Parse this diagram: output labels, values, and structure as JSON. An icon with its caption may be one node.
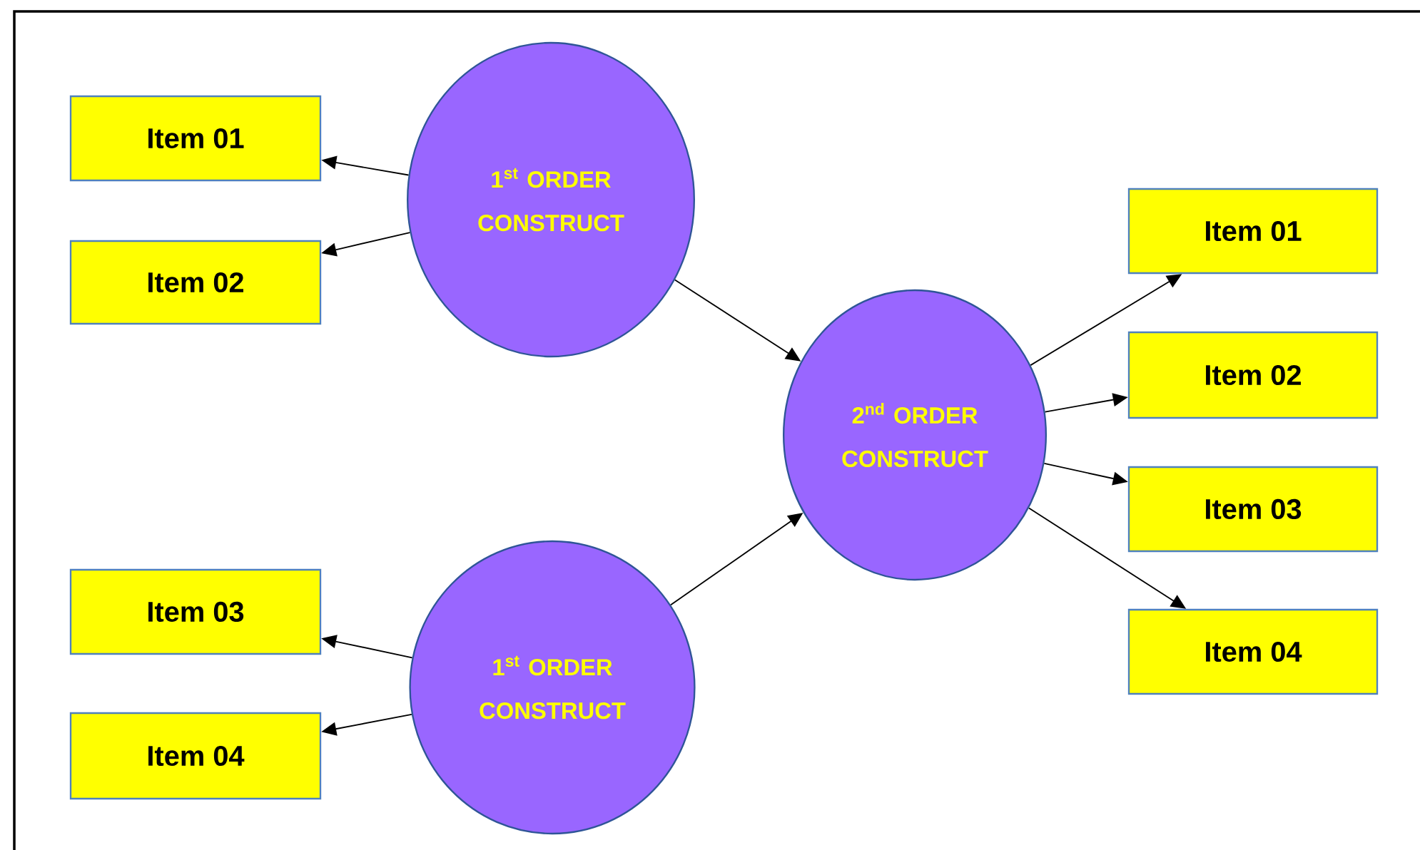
{
  "diagram": {
    "nodes": [
      {
        "text": [
          "1$^{st}$ ORDER CONSTRUCT"
        ]
      },
      {
        "text": [
          "Item 01"
        ]
      },
      {
        "text": [
          "Item 02"
        ]
      },
      {
        "text": [
          "1$^{st}$ ORDER CONSTRUCT"
        ]
      },
      {
        "text": [
          "Item 03"
        ]
      },
      {
        "text": [
          "Item 04"
        ]
      },
      {
        "text": [
          "2$^{nd}$ ORDER CONSTRUCT"
        ]
      },
      {
        "text": [
          "Item 01"
        ]
      },
      {
        "text": [
          "Item 02"
        ]
      },
      {
        "text": [
          "Item 03"
        ]
      },
      {
        "text": [
          "Item 04"
        ]
      }
    ],
    "edges": [
      {
        "from": 0,
        "to": 1,
        "arrow": "to"
      },
      {
        "from": 0,
        "to": 2,
        "arrow": "to"
      },
      {
        "from": 3,
        "to": 4,
        "arrow": "to"
      },
      {
        "from": 3,
        "to": 5,
        "arrow": "to"
      },
      {
        "from": 0,
        "to": 6,
        "arrow": "to"
      },
      {
        "from": 3,
        "to": 6,
        "arrow": "to"
      },
      {
        "from": 6,
        "to": 7,
        "arrow": "to"
      },
      {
        "from": 6,
        "to": 8,
        "arrow": "to"
      },
      {
        "from": 6,
        "to": 9,
        "arrow": "to"
      },
      {
        "from": 6,
        "to": 10,
        "arrow": "to"
      }
    ]
  }
}
